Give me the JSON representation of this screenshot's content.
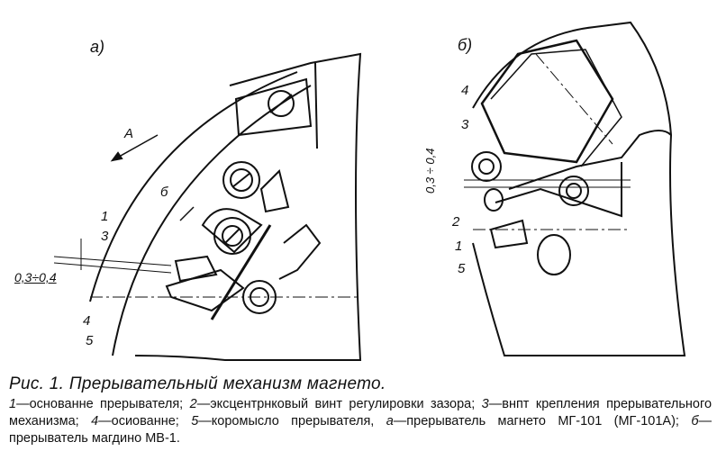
{
  "figure": {
    "a": {
      "panel_label": "а)",
      "labels": {
        "arrow": "A",
        "b": "б",
        "n1": "1",
        "n3": "3",
        "gap": "0,3÷0,4",
        "n4": "4",
        "n5": "5"
      }
    },
    "b": {
      "panel_label": "б)",
      "labels": {
        "n4": "4",
        "n3": "3",
        "gap": "0,3 ÷ 0,4",
        "n2": "2",
        "n1": "1",
        "n5": "5"
      }
    }
  },
  "caption": {
    "title": "Рис. 1. Прерывательный механизм магнето.",
    "items": [
      {
        "key": "1",
        "text": "—основанне прерывателя; "
      },
      {
        "key": "2",
        "text": "—эксцентрнковый винт регулировки зазора; "
      },
      {
        "key": "3",
        "text": "—внпт крепления прерывательного механизма; "
      },
      {
        "key": "4",
        "text": "—осиованне; "
      },
      {
        "key": "5",
        "text": "—коромысло прерывателя, "
      },
      {
        "key": "а",
        "text": "—прерыватель магнето МГ-101 (МГ-101А); "
      },
      {
        "key": "б",
        "text": "—прерыватель магдино МВ-1."
      }
    ]
  }
}
